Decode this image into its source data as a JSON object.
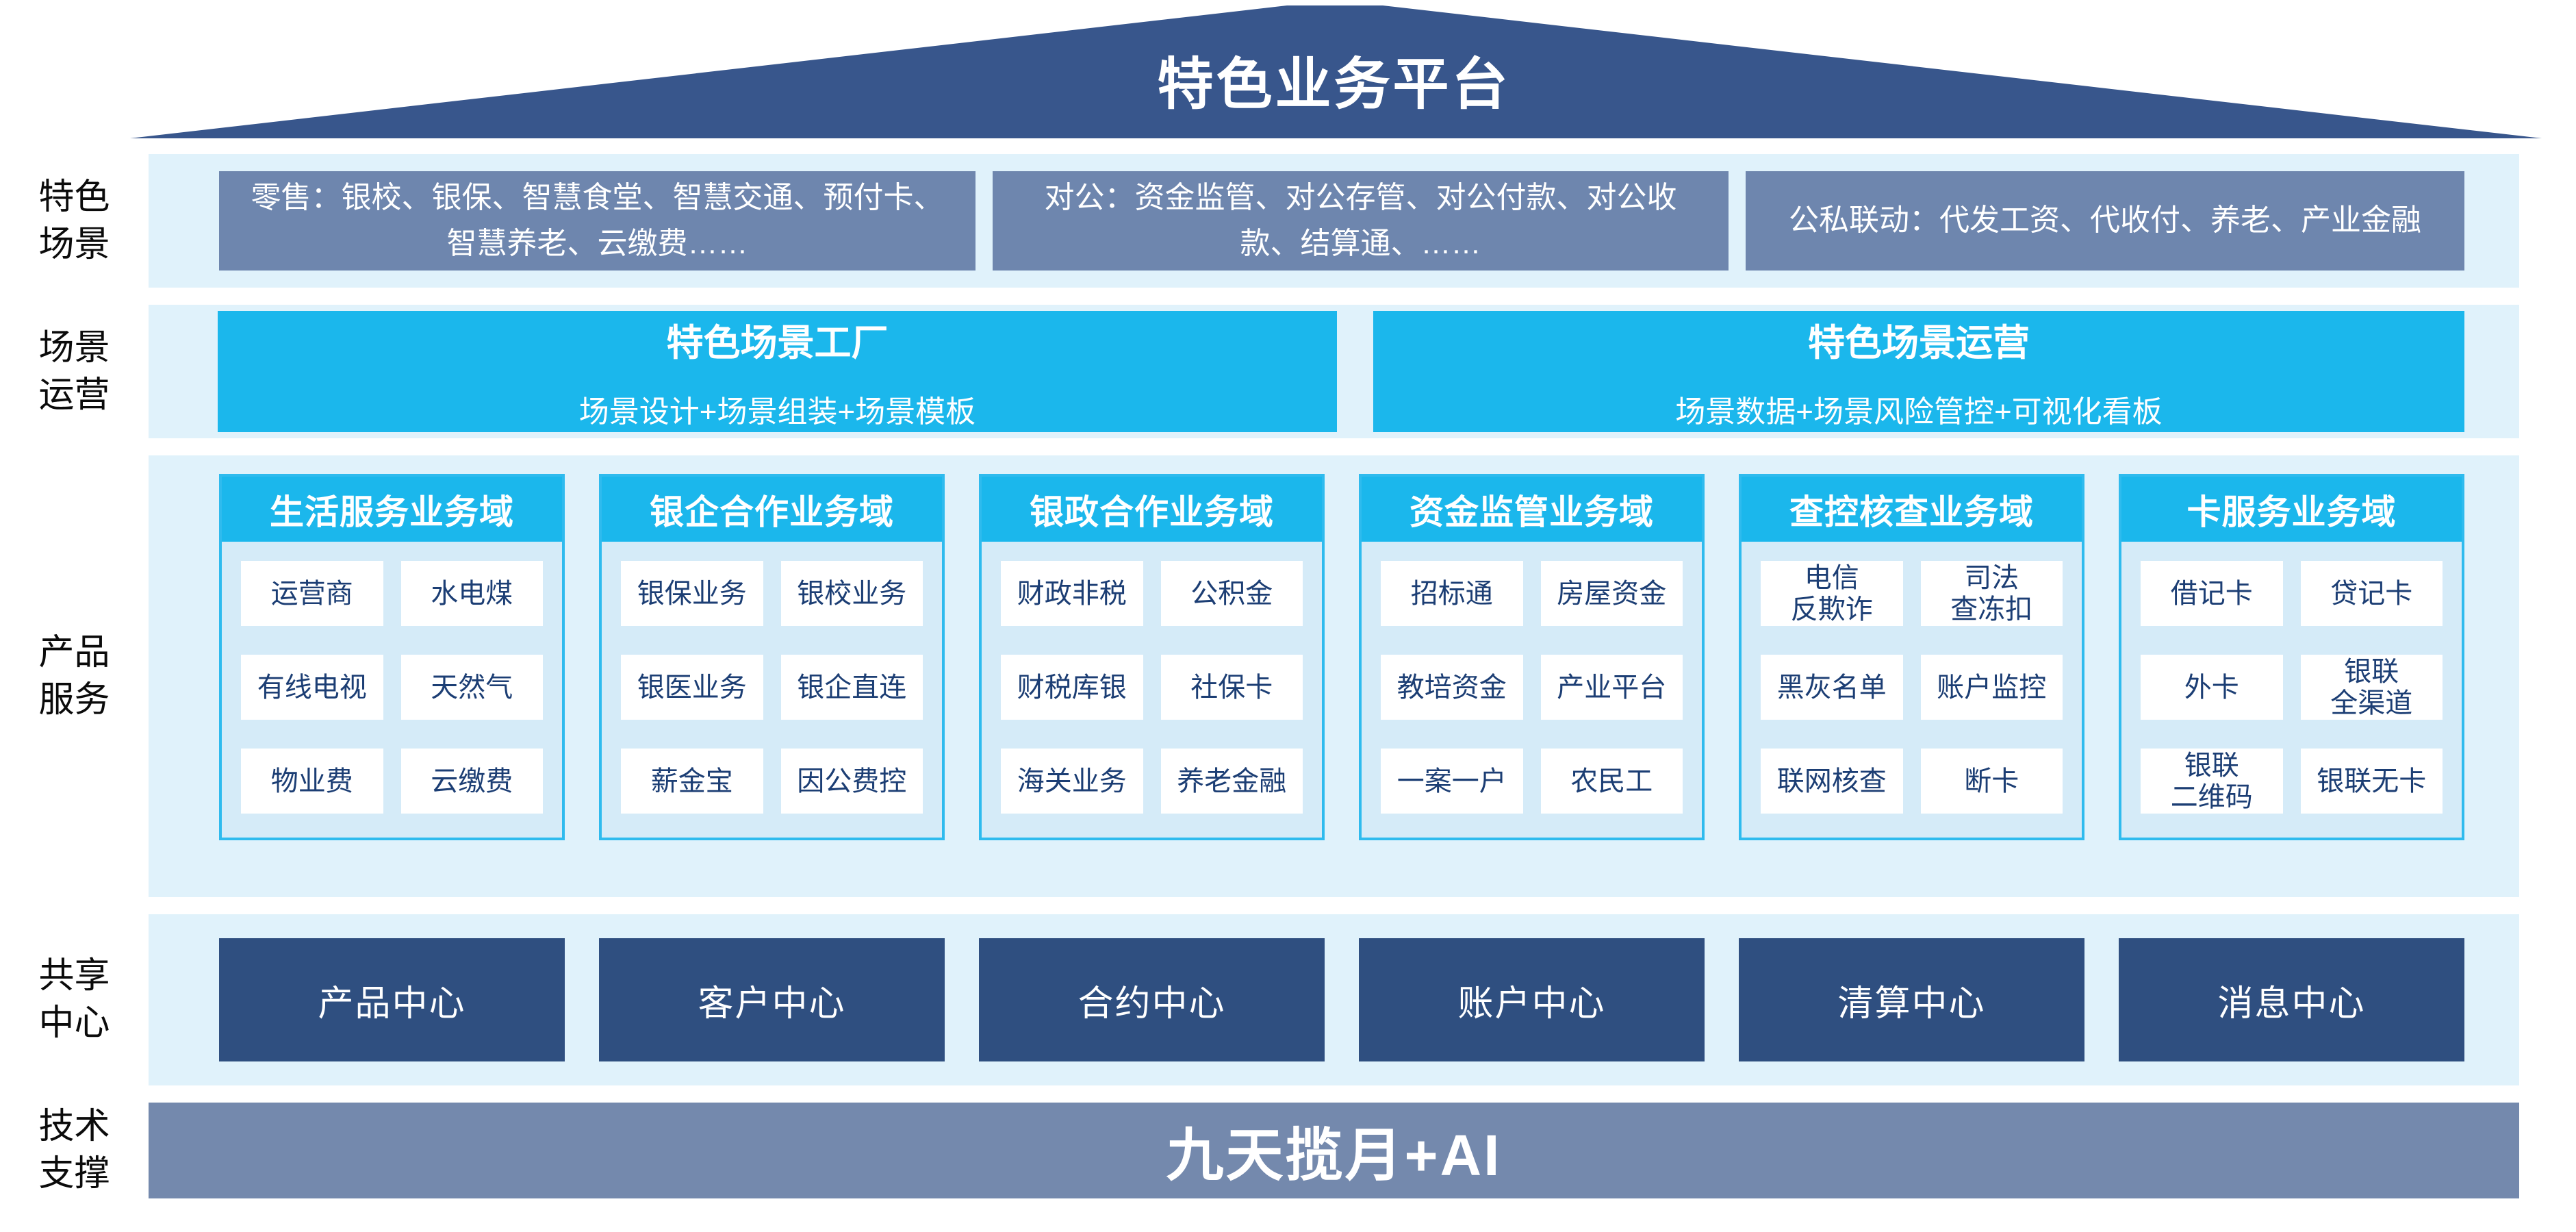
{
  "title": "特色业务平台",
  "side_labels": [
    "特色\n场景",
    "场景\n运营",
    "产品\n服务",
    "共享\n中心",
    "技术\n支撑"
  ],
  "scenario_row": {
    "boxes": [
      "零售：银校、银保、智慧食堂、智慧交通、预付卡、智慧养老、云缴费……",
      "对公：资金监管、对公存管、对公付款、对公收款、结算通、……",
      "公私联动：代发工资、代收付、养老、产业金融"
    ]
  },
  "operation_row": {
    "boxes": [
      {
        "title": "特色场景工厂",
        "subtitle": "场景设计+场景组装+场景模板"
      },
      {
        "title": "特色场景运营",
        "subtitle": "场景数据+场景风险管控+可视化看板"
      }
    ]
  },
  "product_row": {
    "domains": [
      {
        "header": "生活服务业务域",
        "items": [
          "运营商",
          "水电煤",
          "有线电视",
          "天然气",
          "物业费",
          "云缴费"
        ]
      },
      {
        "header": "银企合作业务域",
        "items": [
          "银保业务",
          "银校业务",
          "银医业务",
          "银企直连",
          "薪金宝",
          "因公费控"
        ]
      },
      {
        "header": "银政合作业务域",
        "items": [
          "财政非税",
          "公积金",
          "财税库银",
          "社保卡",
          "海关业务",
          "养老金融"
        ]
      },
      {
        "header": "资金监管业务域",
        "items": [
          "招标通",
          "房屋资金",
          "教培资金",
          "产业平台",
          "一案一户",
          "农民工"
        ]
      },
      {
        "header": "查控核查业务域",
        "items": [
          "电信\n反欺诈",
          "司法\n查冻扣",
          "黑灰名单",
          "账户监控",
          "联网核查",
          "断卡"
        ]
      },
      {
        "header": "卡服务业务域",
        "items": [
          "借记卡",
          "贷记卡",
          "外卡",
          "银联\n全渠道",
          "银联\n二维码",
          "银联无卡"
        ]
      }
    ]
  },
  "center_row": {
    "boxes": [
      "产品中心",
      "客户中心",
      "合约中心",
      "账户中心",
      "清算中心",
      "消息中心"
    ]
  },
  "tech_row": {
    "label": "九天揽月+AI"
  },
  "colors": {
    "roof_navy": "#38568C",
    "center_box_navy": "#2F4F80",
    "scenario_steel_blue": "#6E86AE",
    "tech_bar_blue": "#7489AD",
    "accent_cyan": "#1BB7EC",
    "row_background": "#E0F2FB",
    "panel_background": "#D5EBF8",
    "cell_text_navy": "#1C3E74"
  }
}
